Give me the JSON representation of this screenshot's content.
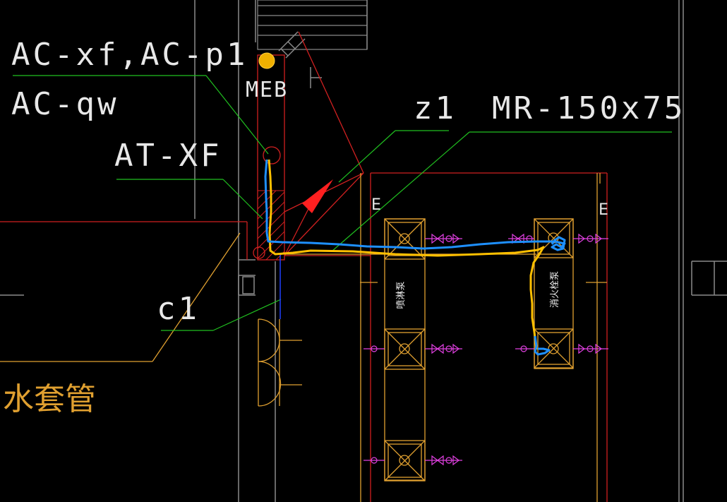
{
  "labels": {
    "leader_1": "AC-xf,AC-p1",
    "leader_2": "AC-qw",
    "leader_3": "AT-XF",
    "leader_4": "z1",
    "leader_5": "MR-150x75",
    "leader_6": "c1",
    "meb": "MEB",
    "e_left": "E",
    "e_right": "E",
    "sleeve_text": "水套管",
    "pump_sprinkler": "喷淋泵",
    "pump_hydrant": "消火栓泵"
  },
  "colors": {
    "background": "#000000",
    "wall": "#8a8a8a",
    "leader": "#20c020",
    "red_line": "#d02020",
    "orange": "#e0a030",
    "blue_marker": "#1e90ff",
    "yellow_marker": "#ffc000",
    "magenta": "#e040e0",
    "text": "#e8e8e8"
  }
}
